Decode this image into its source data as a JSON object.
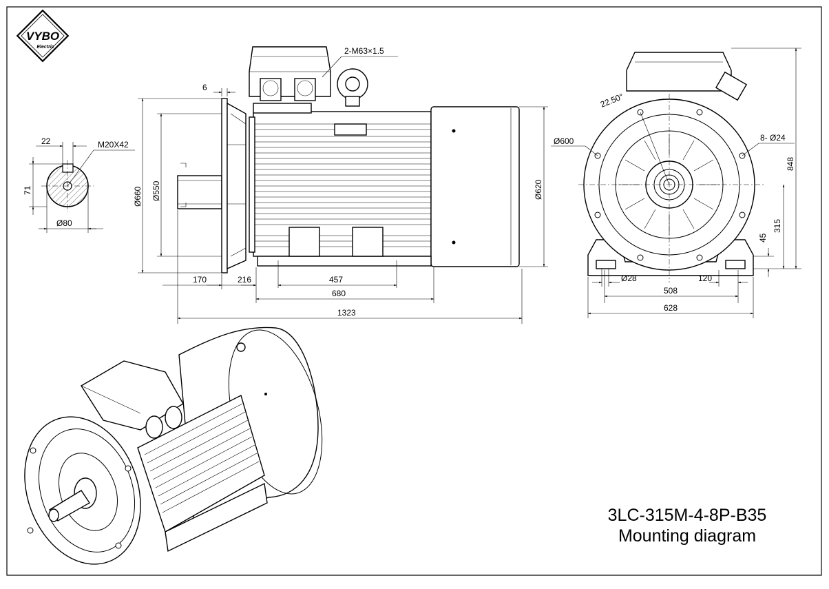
{
  "brand": {
    "logo_text": "VYBO",
    "logo_subtext": "Electric"
  },
  "title": {
    "model": "3LC-315M-4-8P-B35",
    "subtitle": "Mounting diagram"
  },
  "shaft_section": {
    "key_width": "22",
    "thread": "M20X42",
    "key_height": "71",
    "shaft_diameter": "Ø80"
  },
  "side_view": {
    "terminal_thread": "2-M63×1.5",
    "flange_thickness": "6",
    "flange_outer_dia": "Ø660",
    "spigot_dia": "Ø550",
    "body_dia": "Ø620",
    "shaft_extension": "170",
    "flange_to_foot": "216",
    "foot_hole_spacing": "457",
    "foot_length": "680",
    "overall_length": "1323"
  },
  "end_view": {
    "bolt_angle": "22.50°",
    "pcd": "Ø600",
    "flange_holes": "8- Ø24",
    "height_total": "848",
    "shaft_height": "315",
    "foot_thickness": "45",
    "foot_hole_dia": "Ø28",
    "foot_width_small": "120",
    "foot_hole_spacing": "508",
    "foot_overall_width": "628"
  }
}
